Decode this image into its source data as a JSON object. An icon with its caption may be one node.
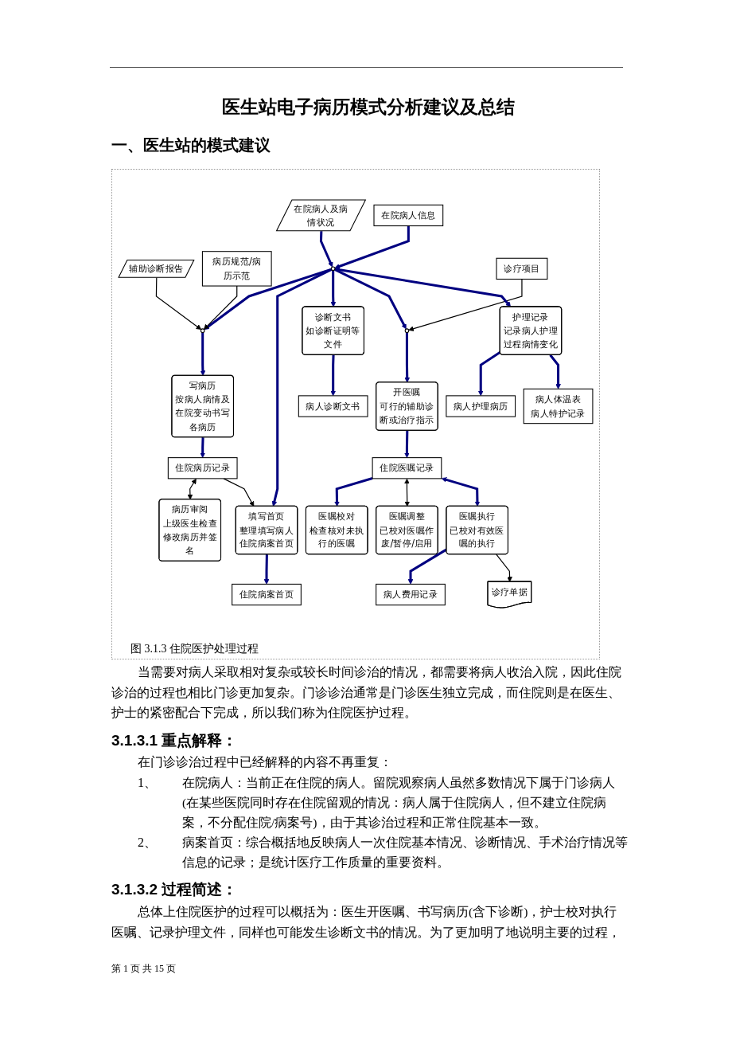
{
  "diagram": {
    "title": "医生站电子病历模式分析建议及总结",
    "caption": "图 3.1.3 住院医护处理过程",
    "nodes": [
      {
        "text": [
          "辅助诊断报告"
        ]
      },
      {
        "text": [
          "写病历",
          "按病人病情及在院变动书写各病历"
        ]
      },
      {
        "text": [
          "病历审阅",
          "上级医生检查修改病历并签名"
        ]
      },
      {
        "text": [
          "在院病人及病情状况"
        ]
      },
      {
        "text": [],
        "shape": "circle"
      },
      {
        "text": [
          "在院病人信息"
        ]
      },
      {
        "text": [
          "病历规范/病历示范"
        ]
      },
      {
        "text": [],
        "shape": "circle"
      },
      {
        "text": [
          "填写首页",
          "整理填写病人住院病案首页"
        ]
      },
      {
        "text": [
          "住院病历记录"
        ]
      },
      {
        "text": [
          "住院病案首页"
        ]
      },
      {
        "text": [
          "诊断文书",
          "如诊断证明等文件"
        ]
      },
      {
        "text": [
          "病人诊断文书"
        ]
      },
      {
        "text": [],
        "shape": "circle"
      },
      {
        "text": [
          "开医嘱",
          "可行的辅助诊断或治疗指示"
        ]
      },
      {
        "text": [
          "诊疗项目"
        ]
      },
      {
        "text": [
          "护理记录",
          "记录病人护理过程病情变化"
        ]
      },
      {
        "text": [
          "住院医嘱记录"
        ]
      },
      {
        "text": [
          "医嘱校对",
          "检查核对未执行的医嘱"
        ]
      },
      {
        "text": [
          "医嘱执行",
          "已校对有效医嘱的执行"
        ]
      },
      {
        "text": [
          "病人护理病历"
        ]
      },
      {
        "text": [
          "医嘱调整",
          "已校对医嘱作废/暂停/启用"
        ]
      },
      {
        "text": [
          "病人体温表",
          "病人特护记录"
        ]
      },
      {
        "text": [
          "病人费用记录"
        ]
      },
      {
        "text": [
          "诊疗单据"
        ]
      }
    ],
    "edges": [
      {
        "from": 3,
        "to": 7,
        "arrow": "to"
      },
      {
        "from": 5,
        "to": 7,
        "arrow": "to"
      },
      {
        "from": 7,
        "to": 4,
        "arrow": "to"
      },
      {
        "from": 0,
        "to": 4,
        "arrow": "to",
        "color": "#000000"
      },
      {
        "from": 6,
        "to": 4,
        "arrow": "to",
        "color": "#000000"
      },
      {
        "from": 4,
        "to": 1,
        "arrow": "to"
      },
      {
        "from": 1,
        "to": 9,
        "arrow": "to"
      },
      {
        "from": 9,
        "to": 2,
        "arrow": "both",
        "color": "#000000"
      },
      {
        "from": 9,
        "to": 8,
        "arrow": "to",
        "color": "#000000"
      },
      {
        "from": 7,
        "to": 8,
        "arrow": "to"
      },
      {
        "from": 8,
        "to": 10,
        "arrow": "to"
      },
      {
        "from": 7,
        "to": 11,
        "arrow": "to"
      },
      {
        "from": 11,
        "to": 12,
        "arrow": "to"
      },
      {
        "from": 7,
        "to": 13,
        "arrow": "to"
      },
      {
        "from": 15,
        "to": 13,
        "arrow": "to",
        "color": "#000000"
      },
      {
        "from": 13,
        "to": 14,
        "arrow": "to"
      },
      {
        "from": 14,
        "to": 17,
        "arrow": "to"
      },
      {
        "from": 7,
        "to": 16,
        "arrow": "to"
      },
      {
        "from": 17,
        "to": 18,
        "arrow": "to"
      },
      {
        "from": 17,
        "to": 21,
        "arrow": "both",
        "color": "#000000"
      },
      {
        "from": 17,
        "to": 19,
        "arrow": "both"
      },
      {
        "from": 19,
        "to": 23,
        "arrow": "to"
      },
      {
        "from": 19,
        "to": 24,
        "arrow": "to",
        "color": "#000000"
      },
      {
        "from": 16,
        "to": 20,
        "arrow": "to"
      },
      {
        "from": 16,
        "to": 22,
        "arrow": "to"
      }
    ],
    "labels": [
      "一、医生站的模式建议",
      "当需要对病人采取相对复杂或较长时间诊治的情况，都需要将病人收治入院，因此住院诊治的过程也相比门诊更加复杂。门诊诊治通常是门诊医生独立完成，而住院则是在医生、护士的紧密配合下完成，所以我们称为住院医护过程。",
      "3.1.3.1 重点解释：",
      "在门诊诊治过程中已经解释的内容不再重复：",
      "1、",
      "在院病人：当前正在住院的病人。留院观察病人虽然多数情况下属于门诊病人(在某些医院同时存在住院留观的情况：病人属于住院病人，但不建立住院病案，不分配住院/病案号)，由于其诊治过程和正常住院基本一致。",
      "2、",
      "病案首页：综合概括地反映病人一次住院基本情况、诊断情况、手术治疗情况等信息的记录；是统计医疗工作质量的重要资料。",
      "3.1.3.2 过程简述：",
      "总体上住院医护的过程可以概括为：医生开医嘱、书写病历(含下诊断)，护士校对执行医嘱、记录护理文件，同样也可能发生诊断文书的情况。为了更加明了地说明主要的过程，",
      "第 1 页 共 15 页"
    ]
  }
}
